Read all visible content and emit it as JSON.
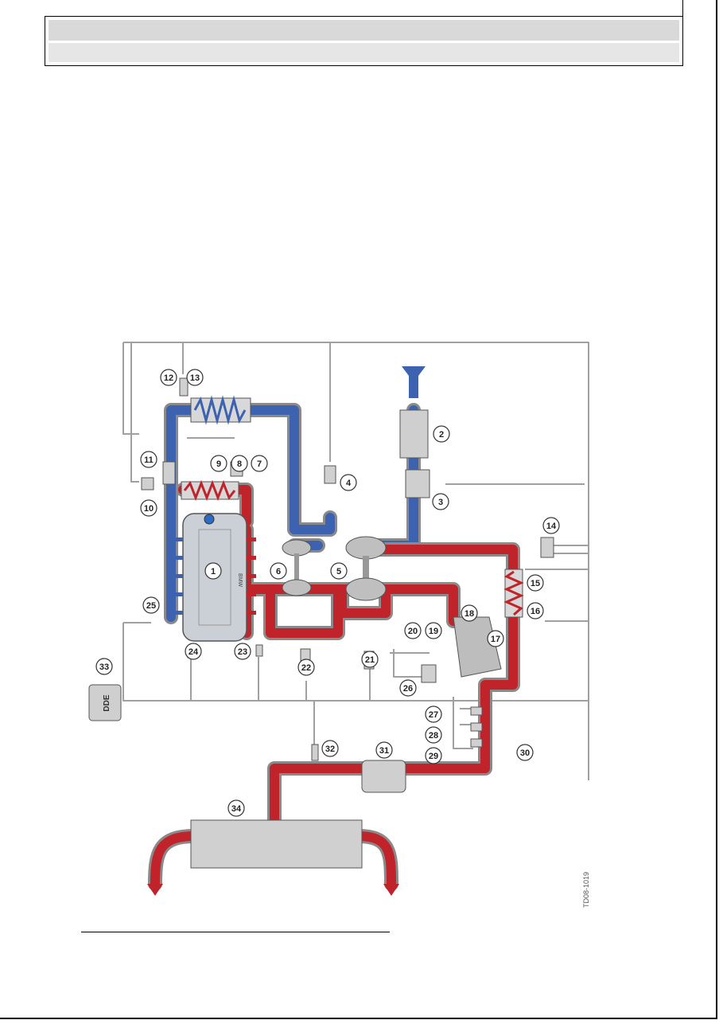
{
  "header": {
    "row1": "",
    "row2": ""
  },
  "diagram": {
    "callouts": [
      "1",
      "2",
      "3",
      "4",
      "5",
      "6",
      "7",
      "8",
      "9",
      "10",
      "11",
      "12",
      "13",
      "14",
      "15",
      "16",
      "17",
      "18",
      "19",
      "20",
      "21",
      "22",
      "23",
      "24",
      "25",
      "26",
      "27",
      "28",
      "29",
      "30",
      "31",
      "32",
      "33",
      "34"
    ],
    "control_unit_label": "DDE",
    "engine_marking": "BMW",
    "figure_code": "TD08-1019"
  },
  "colors": {
    "intake": "#3d63b0",
    "exhaust": "#c0232a",
    "pipe_outline": "#8a8a8a",
    "wire": "#9a9a9a"
  }
}
